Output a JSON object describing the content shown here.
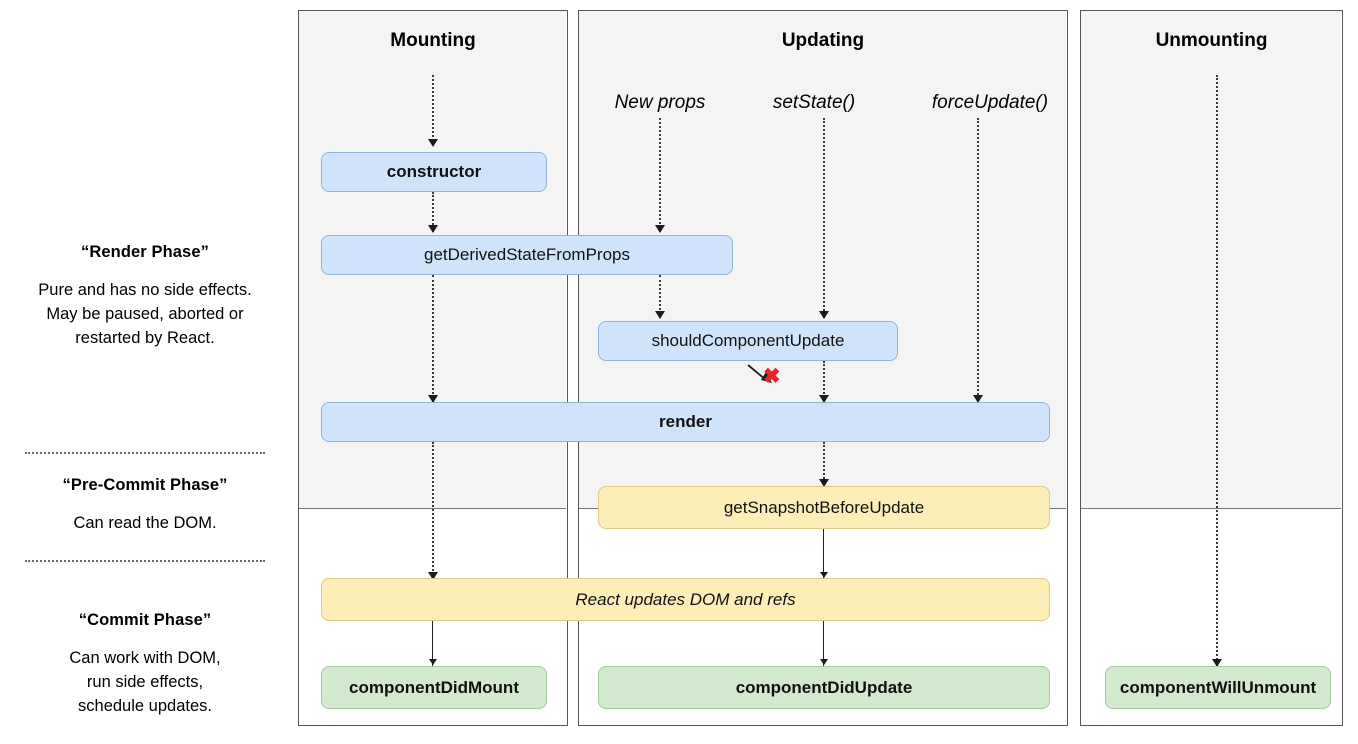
{
  "legend": {
    "render_phase": {
      "title": "“Render Phase”",
      "lines": [
        "Pure and has no side effects.",
        "May be paused, aborted or",
        "restarted by React."
      ]
    },
    "pre_commit_phase": {
      "title": "“Pre-Commit Phase”",
      "lines": [
        "Can read the DOM."
      ]
    },
    "commit_phase": {
      "title": "“Commit Phase”",
      "lines": [
        "Can work with DOM,",
        "run side effects,",
        "schedule updates."
      ]
    }
  },
  "columns": {
    "mounting": {
      "title": "Mounting"
    },
    "updating": {
      "title": "Updating"
    },
    "unmounting": {
      "title": "Unmounting"
    }
  },
  "triggers": {
    "new_props": "New props",
    "set_state": "setState()",
    "force_update": "forceUpdate()"
  },
  "lifecycle": {
    "constructor": "constructor",
    "get_derived_state_from_props": "getDerivedStateFromProps",
    "should_component_update": "shouldComponentUpdate",
    "render": "render",
    "get_snapshot_before_update": "getSnapshotBeforeUpdate",
    "react_updates_dom": "React updates DOM and refs",
    "component_did_mount": "componentDidMount",
    "component_did_update": "componentDidUpdate",
    "component_will_unmount": "componentWillUnmount"
  },
  "markers": {
    "skip_render_x": "✖"
  },
  "colors": {
    "render_phase_box": "#cfe4fa",
    "pre_commit_box": "#fdeeb8",
    "commit_box": "#d2e9ce",
    "phase_band": "#f4f4f4",
    "skip_marker": "#e8242a",
    "connector": "#3a3a3a"
  }
}
